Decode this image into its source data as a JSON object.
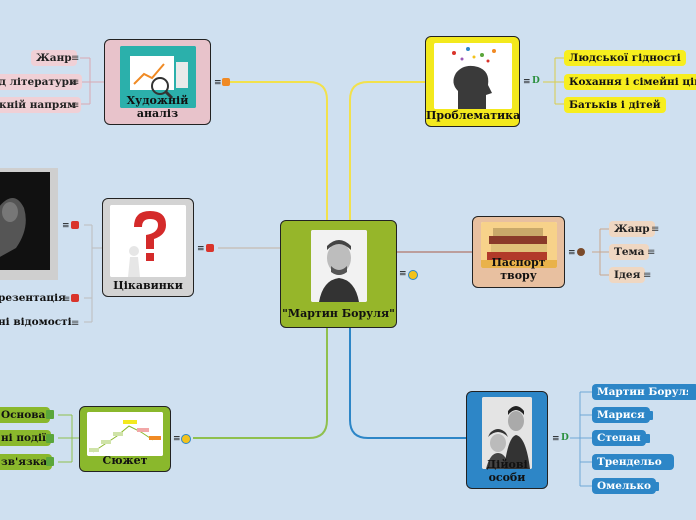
{
  "central": {
    "label": "\"Мартин Боруля\""
  },
  "analysis": {
    "label": "Художній аналіз",
    "items": [
      "Жанр",
      "д літератури",
      "кній напрям"
    ]
  },
  "problems": {
    "label": "Проблематика",
    "items": [
      "Людської гідності",
      "Кохання і сімейні цінно",
      "Батьків і дітей"
    ]
  },
  "curios": {
    "label": "Цікавинки",
    "items": [
      "резентація",
      "ні відомості"
    ]
  },
  "passport": {
    "label": "Паспорт твору",
    "items": [
      "Жанр",
      "Тема",
      "Ідея"
    ]
  },
  "plot": {
    "label": "Сюжет",
    "items": [
      "Основа",
      "ні події",
      "зв'язка"
    ]
  },
  "characters": {
    "label": "Дійові особи",
    "items": [
      "Мартин Боруля",
      "Марися",
      "Степан",
      "Трендельов",
      "Омелько"
    ]
  },
  "colors": {
    "background": "#cfe0f0",
    "central_fill": "#96b62a",
    "analysis_fill": "#e8c3cb",
    "problems_fill": "#f3e91d",
    "curios_fill": "#d3d3d3",
    "passport_fill": "#e8c0a0",
    "plot_fill": "#8ab82c",
    "characters_fill": "#2d86c7"
  }
}
